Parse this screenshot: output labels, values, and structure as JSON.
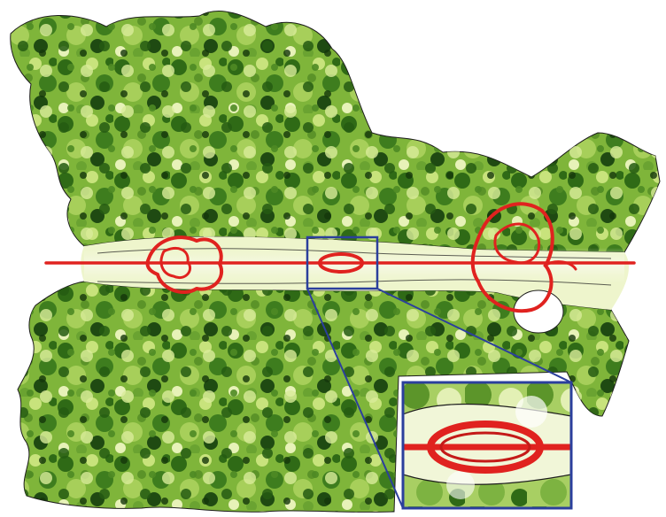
{
  "figure": {
    "kind": "molecular-surface-render",
    "palette": {
      "background": "#ffffff",
      "surface_dark": "#1f4a12",
      "surface_mid": "#5f9a2a",
      "surface_light": "#b7d86a",
      "surface_pale": "#f1f6cf",
      "channel": "#e0221f",
      "zoom_frame": "#2b3f9c",
      "outline": "#1c1c1c"
    },
    "parts": [
      "protein-surface",
      "tunnel-channel",
      "zoom-box",
      "zoom-inset"
    ]
  }
}
